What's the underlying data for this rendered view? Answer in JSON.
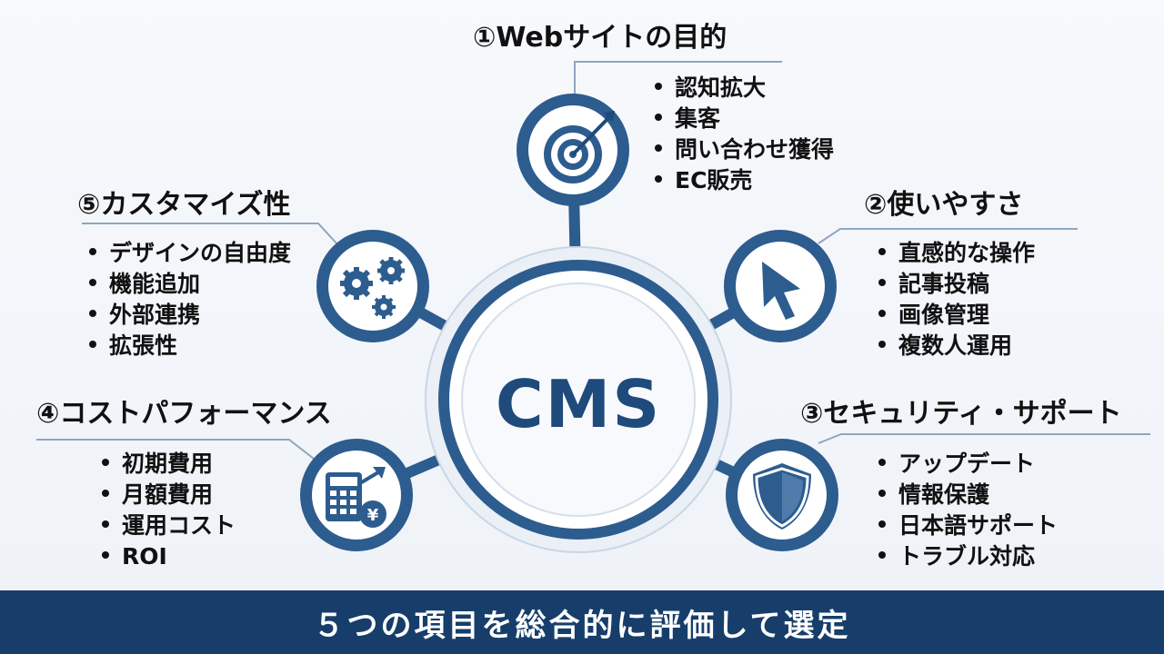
{
  "center": {
    "label": "CMS"
  },
  "sections": [
    {
      "title": "①Webサイトの目的",
      "items": [
        "認知拡大",
        "集客",
        "問い合わせ獲得",
        "EC販売"
      ],
      "icon": "target-icon"
    },
    {
      "title": "②使いやすさ",
      "items": [
        "直感的な操作",
        "記事投稿",
        "画像管理",
        "複数人運用"
      ],
      "icon": "cursor-icon"
    },
    {
      "title": "③セキュリティ・サポート",
      "items": [
        "アップデート",
        "情報保護",
        "日本語サポート",
        "トラブル対応"
      ],
      "icon": "shield-icon"
    },
    {
      "title": "④コストパフォーマンス",
      "items": [
        "初期費用",
        "月額費用",
        "運用コスト",
        "ROI"
      ],
      "icon": "calculator-yen-icon"
    },
    {
      "title": "⑤カスタマイズ性",
      "items": [
        "デザインの自由度",
        "機能追加",
        "外部連携",
        "拡張性"
      ],
      "icon": "gears-icon"
    }
  ],
  "footer": {
    "text": "５つの項目を総合的に評価して選定"
  },
  "colors": {
    "primary": "#1f4a7c",
    "banner": "#173e6b",
    "light": "#e8eef5"
  }
}
